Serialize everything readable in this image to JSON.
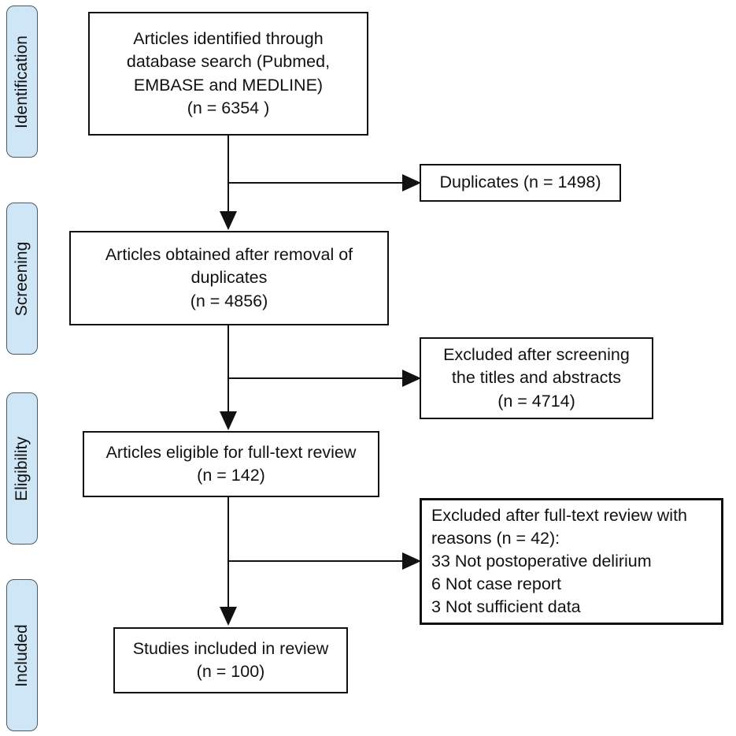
{
  "stages": [
    {
      "id": "identification",
      "label": "Identification"
    },
    {
      "id": "screening",
      "label": "Screening"
    },
    {
      "id": "eligibility",
      "label": "Eligibility"
    },
    {
      "id": "included",
      "label": "Included"
    }
  ],
  "boxes": {
    "identified": {
      "lines": [
        "Articles identified through",
        "database search (Pubmed,",
        "EMBASE and MEDLINE)",
        "(n = 6354 )"
      ]
    },
    "duplicates": {
      "lines": [
        "Duplicates (n = 1498)"
      ]
    },
    "after_duplicates": {
      "lines": [
        "Articles obtained after removal of",
        "duplicates",
        "(n = 4856)"
      ]
    },
    "excluded_screening": {
      "lines": [
        "Excluded after screening",
        "the titles and abstracts",
        "(n = 4714)"
      ]
    },
    "eligible": {
      "lines": [
        "Articles eligible for full-text review",
        "(n = 142)"
      ]
    },
    "excluded_fulltext": {
      "lines": [
        "Excluded after full-text review with",
        "reasons (n = 42):",
        "33 Not postoperative delirium",
        "6 Not case report",
        "3 Not sufficient data"
      ]
    },
    "included": {
      "lines": [
        "Studies included in review",
        "(n = 100)"
      ]
    }
  }
}
